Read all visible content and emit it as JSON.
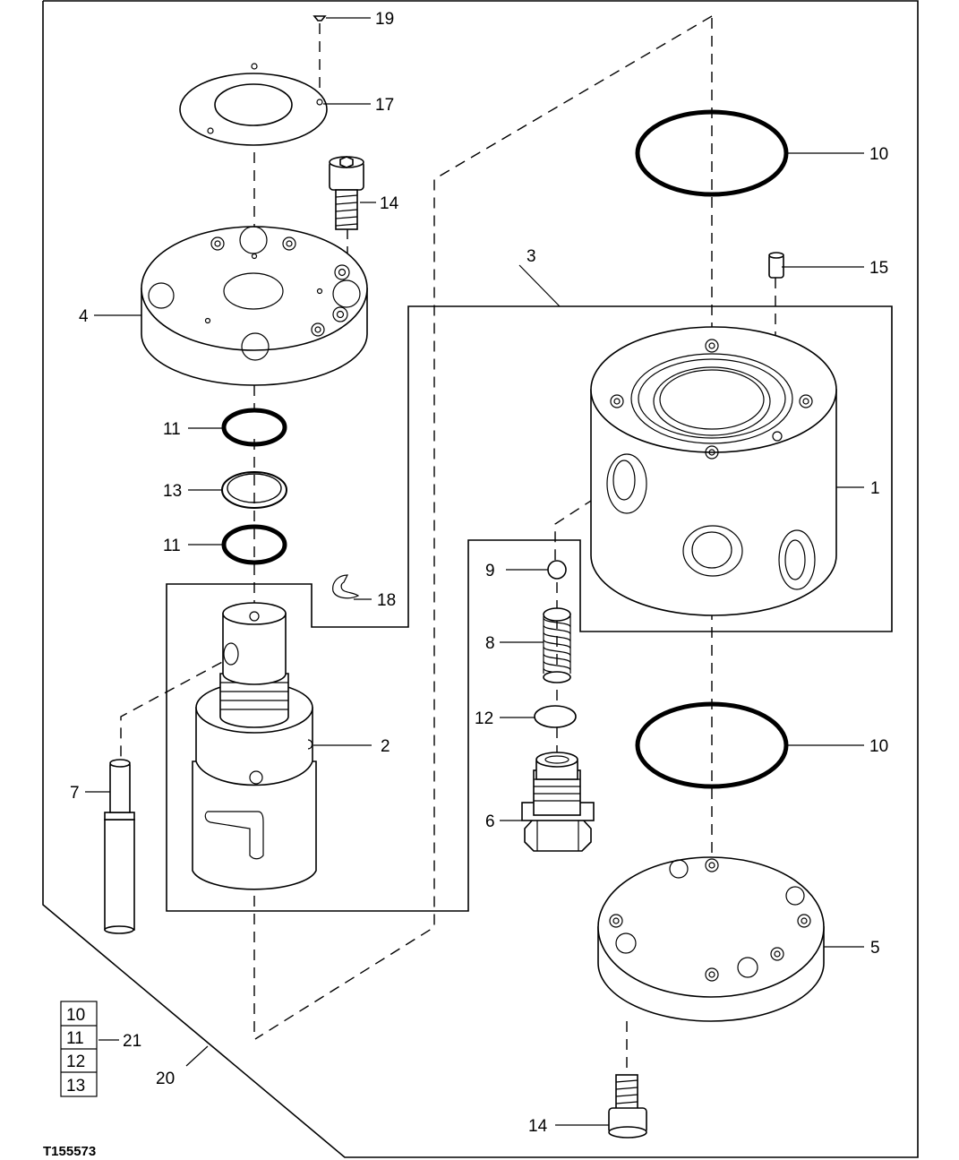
{
  "figure_id": "T155573",
  "callouts": {
    "c1": "1",
    "c2": "2",
    "c3": "3",
    "c4": "4",
    "c5": "5",
    "c6": "6",
    "c7": "7",
    "c8": "8",
    "c9": "9",
    "c10a": "10",
    "c10b": "10",
    "c11a": "11",
    "c11b": "11",
    "c12": "12",
    "c13": "13",
    "c14a": "14",
    "c14b": "14",
    "c15": "15",
    "c17": "17",
    "c18": "18",
    "c19": "19",
    "c20": "20",
    "c21": "21"
  },
  "kit_box": [
    "10",
    "11",
    "12",
    "13"
  ]
}
